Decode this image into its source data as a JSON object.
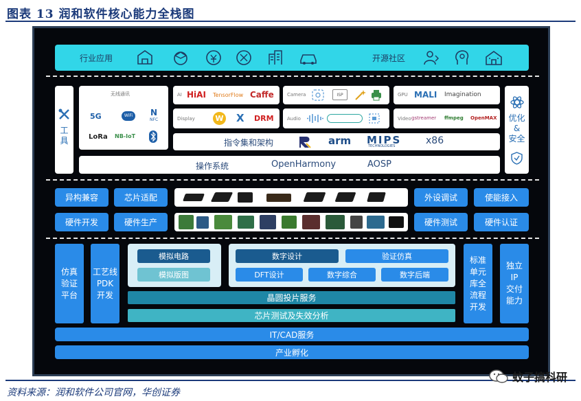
{
  "title": "图表 13    润和软件核心能力全栈图",
  "source": "资料来源：润和软件公司官网，华创证券",
  "watermark": "蚊子搞科研",
  "colors": {
    "navy": "#1b3a7a",
    "cyan": "#31d6e8",
    "blue": "#2a8be8",
    "dark_blue": "#1a5b8f",
    "teal": "#3aa7c2",
    "frame_bg": "#05070c"
  },
  "top_bar": {
    "industry": "行业应用",
    "community": "开源社区"
  },
  "tools": {
    "label": "工\n具",
    "icon": "tools-icon"
  },
  "connectivity": {
    "title": "无线通讯",
    "items": [
      "5G",
      "WiFi",
      "NFC",
      "LoRa",
      "NB-IoT",
      "Bluetooth"
    ]
  },
  "ai_row": {
    "label": "AI",
    "brands": [
      "HiAI",
      "TensorFlow",
      "Caffe"
    ]
  },
  "display_row": {
    "label": "Display",
    "brands": [
      "W",
      "X",
      "DRM"
    ]
  },
  "camera_row": {
    "label": "Camera",
    "items": [
      "ISP"
    ]
  },
  "audio_row": {
    "label": "Audio"
  },
  "gpu_row": {
    "label": "GPU",
    "brands": [
      "MALI",
      "Imagination"
    ]
  },
  "video_row": {
    "label": "Video",
    "brands": [
      "gstreamer",
      "ffmpeg",
      "OpenMAX"
    ]
  },
  "isa": {
    "label": "指令集和架构",
    "brands": [
      "arm",
      "MIPS",
      "x86"
    ],
    "mips_sub": "TECHNOLOGIES"
  },
  "os": {
    "label": "操作系统",
    "items": [
      "OpenHarmony",
      "AOSP"
    ]
  },
  "security": {
    "label": "优化\n&\n安全"
  },
  "hw_left": [
    "异构兼容",
    "芯片适配",
    "硬件开发",
    "硬件生产"
  ],
  "hw_right": [
    "外设调试",
    "使能接入",
    "硬件测试",
    "硬件认证"
  ],
  "eda_left": [
    "仿真\n验证\n平台",
    "工艺线\nPDK\n开发"
  ],
  "analog": [
    "模拟电路",
    "模拟版图"
  ],
  "digital": {
    "top": [
      "数字设计",
      "验证仿真"
    ],
    "bottom": [
      "DFT设计",
      "数字综合",
      "数字后端"
    ]
  },
  "eda_right": [
    "标准\n单元\n库全\n流程\n开发",
    "独立\nIP\n交付\n能力"
  ],
  "wafer": "晶圆投片服务",
  "chip_test": "芯片测试及失效分析",
  "itcad": "IT/CAD服务",
  "incubation": "产业孵化"
}
